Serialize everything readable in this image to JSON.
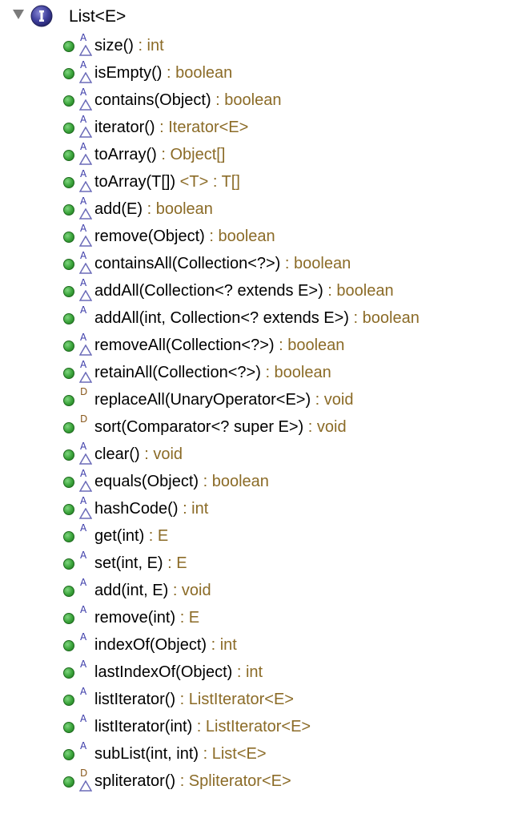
{
  "root": {
    "label": "List<E>",
    "icon": "interface-icon"
  },
  "colors": {
    "return_type": "#8b6b27",
    "public_dot": "#3aa33a",
    "abstract_marker": "#3a3aa8",
    "default_marker": "#8a5a1e",
    "interface_icon": "#3d3d9a"
  },
  "members": [
    {
      "name": "size()",
      "ret": " : int",
      "mod": "A",
      "overrides": true
    },
    {
      "name": "isEmpty()",
      "ret": " : boolean",
      "mod": "A",
      "overrides": true
    },
    {
      "name": "contains(Object)",
      "ret": " : boolean",
      "mod": "A",
      "overrides": true
    },
    {
      "name": "iterator()",
      "ret": " : Iterator<E>",
      "mod": "A",
      "overrides": true
    },
    {
      "name": "toArray()",
      "ret": " : Object[]",
      "mod": "A",
      "overrides": true
    },
    {
      "name": "toArray(T[])",
      "ret": " <T> : T[]",
      "mod": "A",
      "overrides": true
    },
    {
      "name": "add(E)",
      "ret": " : boolean",
      "mod": "A",
      "overrides": true
    },
    {
      "name": "remove(Object)",
      "ret": " : boolean",
      "mod": "A",
      "overrides": true
    },
    {
      "name": "containsAll(Collection<?>)",
      "ret": " : boolean",
      "mod": "A",
      "overrides": true
    },
    {
      "name": "addAll(Collection<? extends E>)",
      "ret": " : boolean",
      "mod": "A",
      "overrides": true
    },
    {
      "name": "addAll(int, Collection<? extends E>)",
      "ret": " : boolean",
      "mod": "A",
      "overrides": false
    },
    {
      "name": "removeAll(Collection<?>)",
      "ret": " : boolean",
      "mod": "A",
      "overrides": true
    },
    {
      "name": "retainAll(Collection<?>)",
      "ret": " : boolean",
      "mod": "A",
      "overrides": true
    },
    {
      "name": "replaceAll(UnaryOperator<E>)",
      "ret": " : void",
      "mod": "D",
      "overrides": false
    },
    {
      "name": "sort(Comparator<? super E>)",
      "ret": " : void",
      "mod": "D",
      "overrides": false
    },
    {
      "name": "clear()",
      "ret": " : void",
      "mod": "A",
      "overrides": true
    },
    {
      "name": "equals(Object)",
      "ret": " : boolean",
      "mod": "A",
      "overrides": true
    },
    {
      "name": "hashCode()",
      "ret": " : int",
      "mod": "A",
      "overrides": true
    },
    {
      "name": "get(int)",
      "ret": " : E",
      "mod": "A",
      "overrides": false
    },
    {
      "name": "set(int, E)",
      "ret": " : E",
      "mod": "A",
      "overrides": false
    },
    {
      "name": "add(int, E)",
      "ret": " : void",
      "mod": "A",
      "overrides": false
    },
    {
      "name": "remove(int)",
      "ret": " : E",
      "mod": "A",
      "overrides": false
    },
    {
      "name": "indexOf(Object)",
      "ret": " : int",
      "mod": "A",
      "overrides": false
    },
    {
      "name": "lastIndexOf(Object)",
      "ret": " : int",
      "mod": "A",
      "overrides": false
    },
    {
      "name": "listIterator()",
      "ret": " : ListIterator<E>",
      "mod": "A",
      "overrides": false
    },
    {
      "name": "listIterator(int)",
      "ret": " : ListIterator<E>",
      "mod": "A",
      "overrides": false
    },
    {
      "name": "subList(int, int)",
      "ret": " : List<E>",
      "mod": "A",
      "overrides": false
    },
    {
      "name": "spliterator()",
      "ret": " : Spliterator<E>",
      "mod": "D",
      "overrides": true
    }
  ]
}
